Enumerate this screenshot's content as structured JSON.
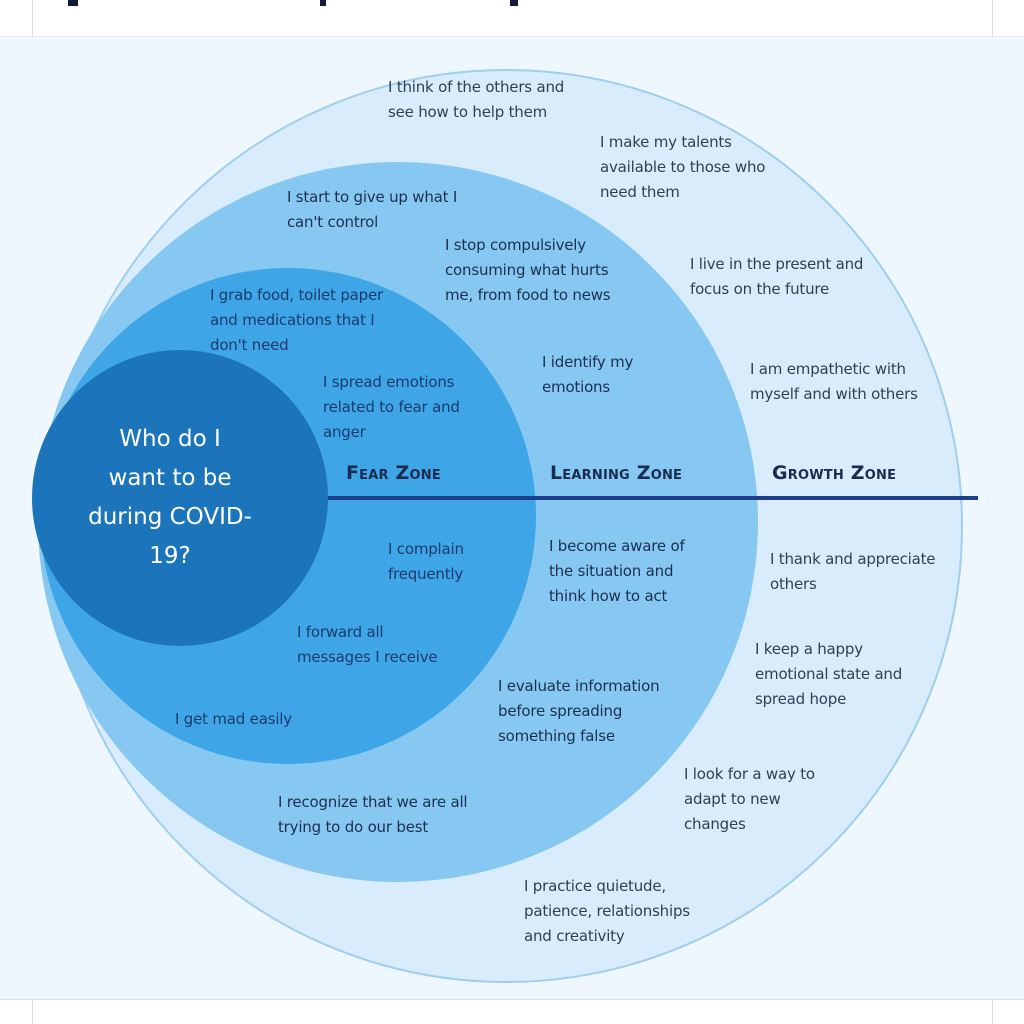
{
  "colors": {
    "panel": "#eef7fd",
    "growth_zone": "#d8ecfb",
    "learning_zone": "#86c8f1",
    "fear_zone": "#3ea6e6",
    "center": "#1c75bb",
    "divider": "#1b3f8d"
  },
  "center_question": "Who do I\nwant to be\nduring COVID-\n19?",
  "zones": {
    "fear": "Fear Zone",
    "learning": "Learning Zone",
    "growth": "Growth Zone"
  },
  "statements": {
    "growth": {
      "help_others": "I think of the others and\nsee how to help them",
      "talents": "I make my talents\navailable to those who\nneed them",
      "present_future": "I live in the present and\nfocus on the future",
      "empathetic": "I am empathetic with\nmyself and with others",
      "thank": "I thank and appreciate\nothers",
      "happy_state": "I keep a happy\nemotional state and\nspread hope",
      "adapt": "I look for a way to\nadapt to new\nchanges",
      "quietude": "I practice quietude,\npatience, relationships\nand creativity"
    },
    "learning": {
      "give_up": "I start to give up what I\ncan't control",
      "stop_consuming": "I stop compulsively\nconsuming what hurts\nme, from food to news",
      "identify": "I identify my\nemotions",
      "aware": "I become aware of\nthe situation and\nthink how to act",
      "evaluate": "I evaluate information\nbefore spreading\nsomething false",
      "recognize": "I recognize that we are all\ntrying to do our best"
    },
    "fear": {
      "grab": "I grab food, toilet paper\nand medications that I\ndon't need",
      "spread": "I spread emotions\nrelated to fear and\nanger",
      "complain": "I complain\nfrequently",
      "forward": "I forward all\nmessages I receive",
      "mad": "I get mad easily"
    }
  }
}
